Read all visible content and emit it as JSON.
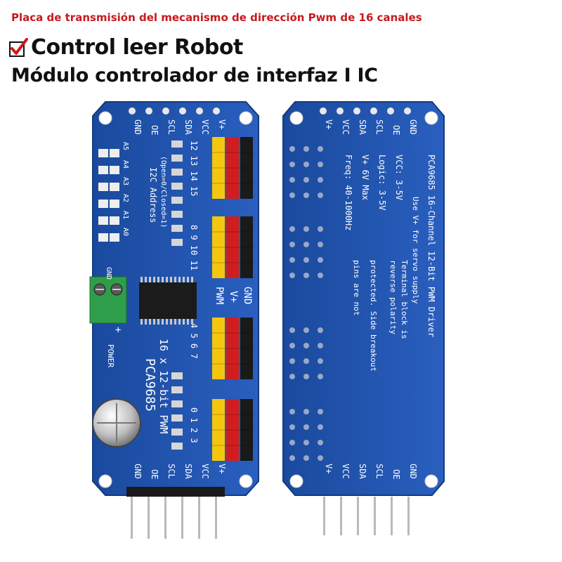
{
  "header": {
    "subtitle": "Placa de transmisión del mecanismo de dirección Pwm de 16 canales",
    "title_line1": "Control leer Robot",
    "title_line2": "Módulo controlador de interfaz I IC"
  },
  "board_front": {
    "top_pins": [
      "GND",
      "OE",
      "SCL",
      "SDA",
      "VCC",
      "V+"
    ],
    "bottom_pins": [
      "GND",
      "OE",
      "SCL",
      "SDA",
      "VCC",
      "V+"
    ],
    "chip_label": "PCA9685",
    "subtitle_label": "16 x 12-bit PWM",
    "power_label": "POWER",
    "addr_label": "I2C Address",
    "addr_sub": "(Open=0/Closed=1)",
    "addr_pins": [
      "A5",
      "A4",
      "A3",
      "A2",
      "A1",
      "A0"
    ],
    "header_row": [
      "PWM",
      "V+",
      "GND"
    ],
    "ch_group1": "12 13 14 15",
    "ch_group2": "8 9 10 11",
    "ch_group3": "4 5 6 7",
    "ch_group4": "0 1 2 3",
    "terminal_label": "GND",
    "terminal_plus": "+"
  },
  "board_back": {
    "top_pins": [
      "V+",
      "VCC",
      "SDA",
      "SCL",
      "OE",
      "GND"
    ],
    "bottom_pins": [
      "V+",
      "VCC",
      "SDA",
      "SCL",
      "OE",
      "GND"
    ],
    "title": "PCA9685 16-Channel 12-Bit PWM Driver",
    "specs": [
      "VCC:  3-5V",
      "Logic: 3-5V",
      "V+   6V Max",
      "Freq: 40-1000Hz"
    ],
    "notes": [
      "Use V+ for servo supply",
      "Terminal block is",
      "reverse polarity",
      "protected. Side breakout",
      "pins are not"
    ]
  },
  "colors": {
    "pcb_blue": "#1e50a8",
    "header_yellow": "#f4c70f",
    "header_red": "#d01e1e",
    "header_black": "#1a1a1a",
    "terminal_green": "#2e9e4a",
    "check_red": "#d0141b",
    "subtitle_red": "#c8191e"
  },
  "icons": [
    "checkbox-check-icon"
  ]
}
